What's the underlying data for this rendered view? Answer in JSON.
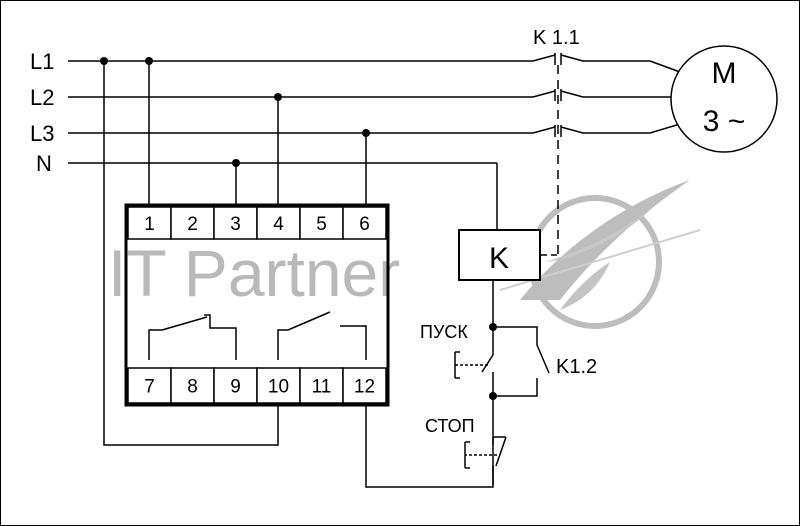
{
  "lines": {
    "l1": "L1",
    "l2": "L2",
    "l3": "L3",
    "n": "N"
  },
  "motor": {
    "label": "M",
    "phase": "3 ~"
  },
  "contactor": {
    "main_contacts_label": "K 1.1",
    "coil_label": "K",
    "aux_contact_label": "K1.2"
  },
  "buttons": {
    "start_label": "ПУСК",
    "stop_label": "СТОП"
  },
  "relay": {
    "top_terminals": [
      "1",
      "2",
      "3",
      "4",
      "5",
      "6"
    ],
    "bottom_terminals": [
      "7",
      "8",
      "9",
      "10",
      "11",
      "12"
    ]
  },
  "watermark": {
    "text": "IT Partner"
  },
  "colors": {
    "line": "#000000",
    "watermark": "#b9b9b9",
    "background": "#ffffff"
  }
}
